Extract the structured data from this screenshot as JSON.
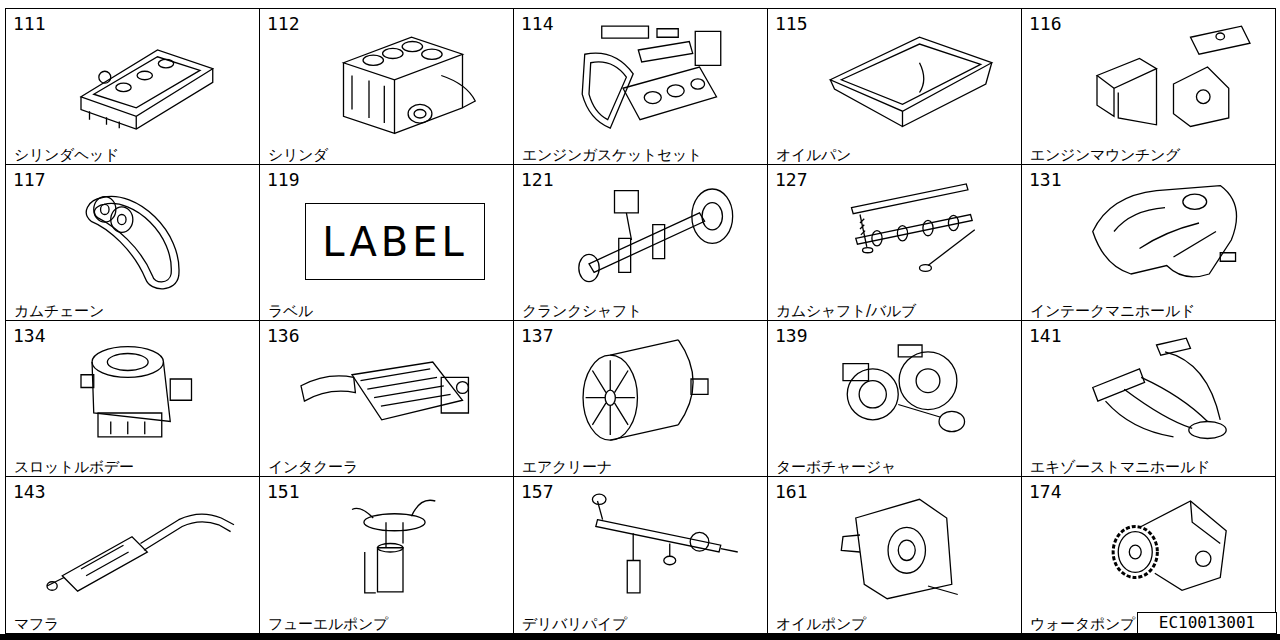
{
  "diagram": {
    "nodes": [
      {
        "text": [
          "111",
          "シリンダヘッド"
        ]
      },
      {
        "text": [
          "112",
          "シリンダ"
        ]
      },
      {
        "text": [
          "114",
          "エンジンガスケットセット"
        ]
      },
      {
        "text": [
          "115",
          "オイルパン"
        ]
      },
      {
        "text": [
          "116",
          "エンジンマウンチング"
        ]
      },
      {
        "text": [
          "117",
          "カムチェーン"
        ]
      },
      {
        "text": [
          "119",
          "ラベル"
        ]
      },
      {
        "text": [
          "LABEL"
        ],
        "in": 6
      },
      {
        "text": [
          "121",
          "クランクシャフト"
        ]
      },
      {
        "text": [
          "127",
          "カムシャフト/バルブ"
        ]
      },
      {
        "text": [
          "131",
          "インテークマニホールド"
        ]
      },
      {
        "text": [
          "134",
          "スロットルボデー"
        ]
      },
      {
        "text": [
          "136",
          "インタクーラ"
        ]
      },
      {
        "text": [
          "137",
          "エアクリーナ"
        ]
      },
      {
        "text": [
          "139",
          "ターボチャージャ"
        ]
      },
      {
        "text": [
          "141",
          "エキゾーストマニホールド"
        ]
      },
      {
        "text": [
          "143",
          "マフラ"
        ]
      },
      {
        "text": [
          "151",
          "フューエルポンプ"
        ]
      },
      {
        "text": [
          "157",
          "デリバリパイプ"
        ]
      },
      {
        "text": [
          "161",
          "オイルポンプ"
        ]
      },
      {
        "text": [
          "174",
          "ウォータポンプ"
        ]
      },
      {
        "text": [
          "EC10013001"
        ],
        "in": 20
      }
    ]
  }
}
